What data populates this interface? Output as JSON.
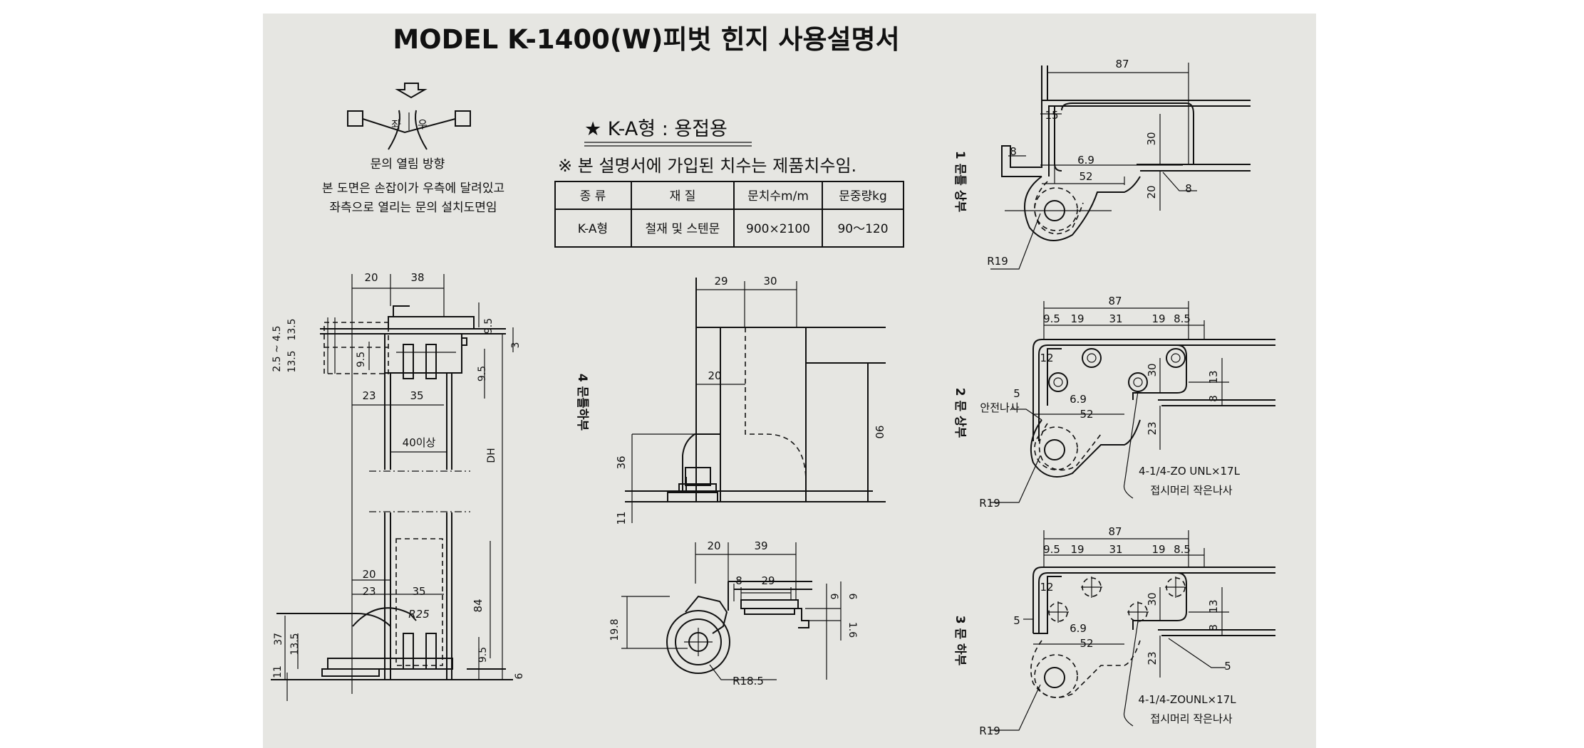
{
  "title": "MODEL K-1400(W)피벗 힌지 사용설명서",
  "direction": {
    "left": "좌",
    "right": "우",
    "caption": "문의 열림 방향",
    "note_line1": "본 도면은 손잡이가 우측에 달려있고",
    "note_line2": "좌측으로 열리는 문의 설치도면임"
  },
  "spec": {
    "type_heading": "★ K-A형 : 용접용",
    "dims_note": "※ 본 설명서에 가입된 치수는 제품치수임.",
    "headers": [
      "종  류",
      "재  질",
      "문치수m/m",
      "문중량kg"
    ],
    "rows": [
      [
        "K-A형",
        "철재 및 스텐문",
        "900×2100",
        "90～120"
      ]
    ]
  },
  "section_labels": {
    "door_top_1": "1 문틀 상부",
    "door_top_2": "2 문 상부",
    "door_bottom_3": "3 문 하부",
    "frame_bottom_4": "4 문틀하부"
  },
  "left_elevation": {
    "d20_top": "20",
    "d38": "38",
    "d2545": "2.5 ~ 4.5",
    "d135a": "13.5",
    "d135b": "13.5",
    "d95_right": "9.5",
    "d3": "3",
    "d95_inner": "9.5",
    "d95_mid": "9.5",
    "d23_top": "23",
    "d35_top": "35",
    "d40": "40이상",
    "dh": "DH",
    "d20_bot": "20",
    "d23_bot": "23",
    "d35_bot": "35",
    "r25": "R25",
    "d84": "84",
    "d37": "37",
    "d135c": "13.5",
    "d11": "11",
    "d95_bot": "9.5",
    "d6": "6"
  },
  "frame_bottom": {
    "d29": "29",
    "d30": "30",
    "d20": "20",
    "d90": "90",
    "d36": "36",
    "d11": "11"
  },
  "pivot_detail": {
    "d20": "20",
    "d39": "39",
    "d8": "8",
    "d29": "29",
    "d6a": "6",
    "d6b": "6",
    "d198": "19.8",
    "d16": "1.6",
    "r185": "R18.5"
  },
  "view1": {
    "d87": "87",
    "d15": "15",
    "d8_left": "8",
    "d69": "6.9",
    "d52": "52",
    "d30": "30",
    "d20": "20",
    "d8_right": "8",
    "r19": "R19"
  },
  "view2": {
    "d87": "87",
    "d95": "9.5",
    "d19a": "19",
    "d31": "31",
    "d19b": "19",
    "d85": "8.5",
    "d12": "12",
    "d5": "5",
    "d69": "6.9",
    "d52": "52",
    "d30": "30",
    "d13": "13",
    "d8": "8",
    "d23": "23",
    "safety_screw": "안전나사",
    "r19": "R19",
    "screw_spec": "4-1/4-ZO UNL×17L",
    "screw_name": "접시머리 작은나사"
  },
  "view3": {
    "d87": "87",
    "d95": "9.5",
    "d19a": "19",
    "d31": "31",
    "d19b": "19",
    "d85": "8.5",
    "d12": "12",
    "d5_left": "5",
    "d69": "6.9",
    "d52": "52",
    "d30": "30",
    "d13": "13",
    "d8": "8",
    "d23": "23",
    "d5_right": "5",
    "r19": "R19",
    "screw_spec": "4-1/4-ZOUNL×17L",
    "screw_name": "접시머리 작은나사"
  }
}
